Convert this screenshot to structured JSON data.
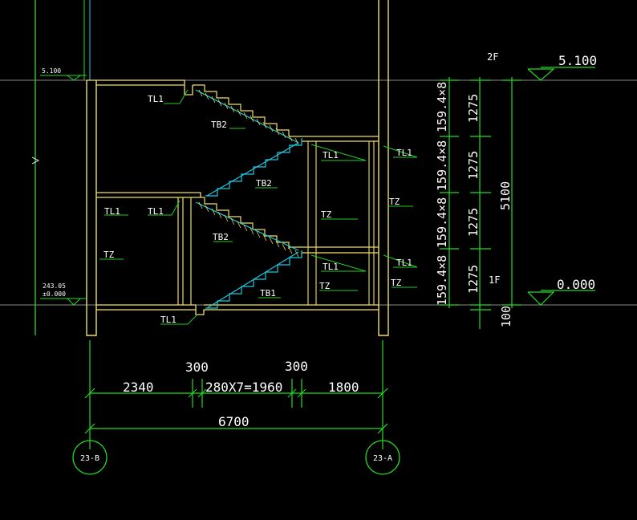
{
  "colors": {
    "background": "#000000",
    "structure": "#f0e060",
    "dimension": "#22dd22",
    "leader": "#22cc22",
    "flight": "#20c8e0",
    "text": "#ffffff",
    "reference": "#b8b8b8"
  },
  "labels": {
    "tl_1": "TL1",
    "tb2_top": "TB2",
    "tl_2": "TL1",
    "tl_right_upper": "TL1",
    "tb2_mid": "TB2",
    "tl_left_mid": "TL1",
    "tl_mid": "TL1",
    "tz_1": "TZ",
    "tz_2": "TZ",
    "tb2_low": "TB2",
    "tz_left": "TZ",
    "tl_low": "TL1",
    "tl_right_low": "TL1",
    "tz_3": "TZ",
    "tz_4": "TZ",
    "tb1": "TB1",
    "tl_bottom": "TL1",
    "small_1": "5.100",
    "small_2": "243.05",
    "small_3": "±0.000"
  },
  "levels": {
    "upper_floor": "2F",
    "upper_elevation": "5.100",
    "lower_floor": "1F",
    "lower_elevation": "0.000"
  },
  "vertical_dims": {
    "steps": [
      "159.4×8",
      "159.4×8",
      "159.4×8",
      "159.4×8"
    ],
    "heights": [
      "1275",
      "1275",
      "1275",
      "1275"
    ],
    "total": "5100",
    "bottom": "100"
  },
  "horizontal_dims": {
    "gap_left": "300",
    "gap_right": "300",
    "left": "2340",
    "middle": "280X7=1960",
    "right": "1800",
    "total": "6700"
  },
  "axes": {
    "left": "23-B",
    "right": "23-A"
  }
}
